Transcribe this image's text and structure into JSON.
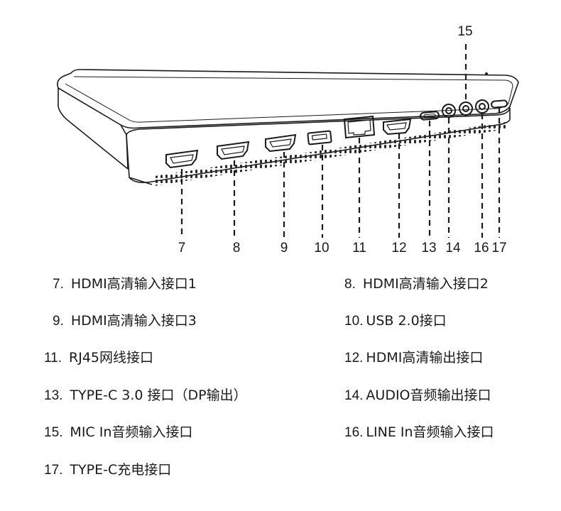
{
  "callouts": [
    {
      "id": "7",
      "label": "7"
    },
    {
      "id": "8",
      "label": "8"
    },
    {
      "id": "9",
      "label": "9"
    },
    {
      "id": "10",
      "label": "10"
    },
    {
      "id": "11",
      "label": "11"
    },
    {
      "id": "12",
      "label": "12"
    },
    {
      "id": "13",
      "label": "13"
    },
    {
      "id": "14",
      "label": "14"
    },
    {
      "id": "15",
      "label": "15"
    },
    {
      "id": "16",
      "label": "16"
    },
    {
      "id": "17",
      "label": "17"
    }
  ],
  "legend": [
    {
      "num": "7.",
      "text": "HDMI高清输入接口1"
    },
    {
      "num": "8.",
      "text": "HDMI高清输入接口2"
    },
    {
      "num": "9.",
      "text": "HDMI高清输入接口3"
    },
    {
      "num": "10.",
      "text": "USB 2.0接口"
    },
    {
      "num": "11.",
      "text": "RJ45网线接口"
    },
    {
      "num": "12.",
      "text": "HDMI高清输出接口"
    },
    {
      "num": "13.",
      "text": "TYPE-C 3.0 接口（DP输出）"
    },
    {
      "num": "14.",
      "text": "AUDIO音频输出接口"
    },
    {
      "num": "15.",
      "text": "MIC In音频输入接口"
    },
    {
      "num": "16.",
      "text": "LINE In音频输入接口"
    },
    {
      "num": "17.",
      "text": "TYPE-C充电接口"
    }
  ]
}
